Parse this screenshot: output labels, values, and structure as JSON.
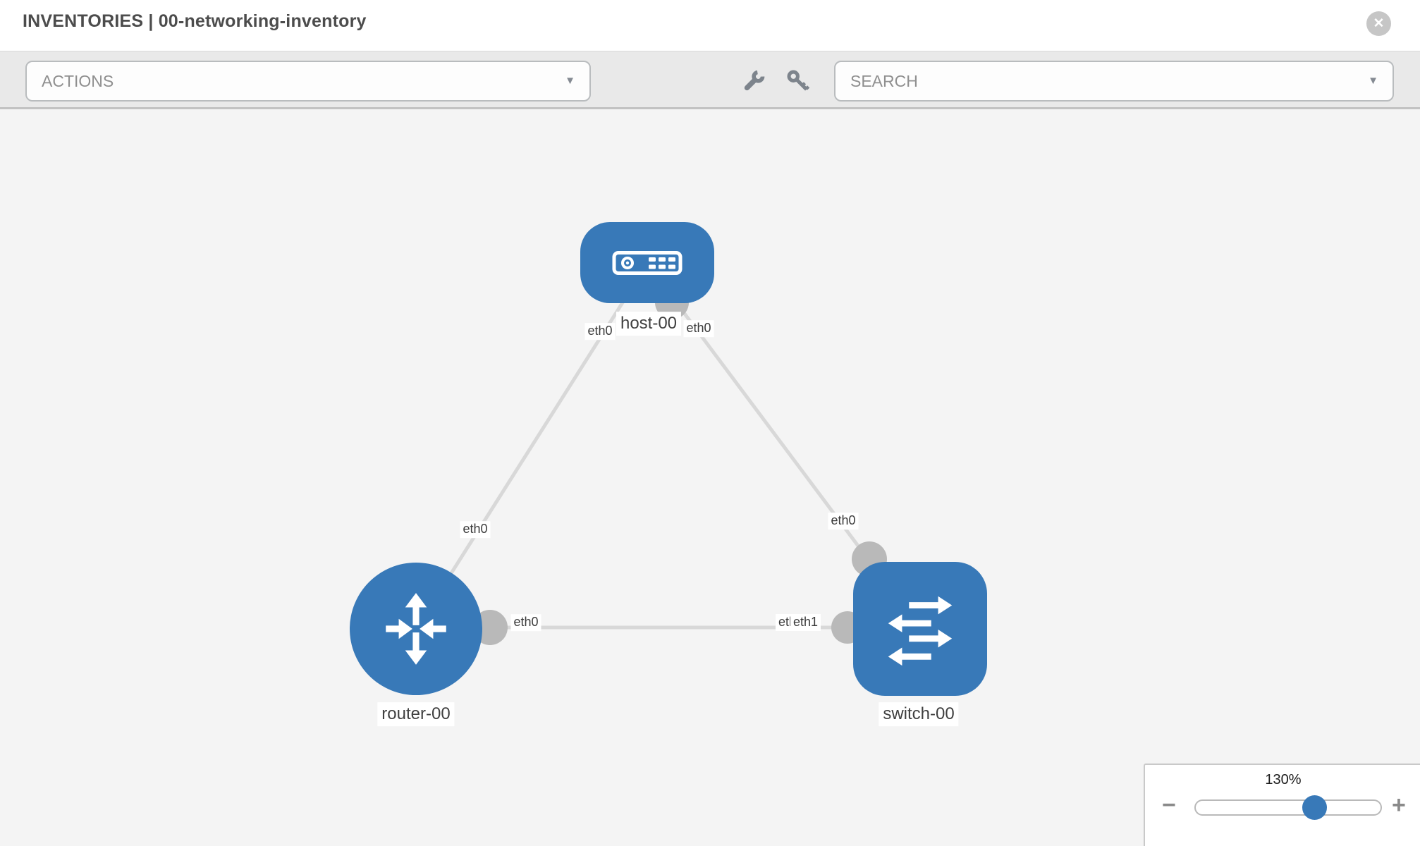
{
  "header": {
    "title": "INVENTORIES | 00-networking-inventory"
  },
  "toolbar": {
    "actions_placeholder": "ACTIONS",
    "search_placeholder": "SEARCH"
  },
  "icons": {
    "caret": "▼",
    "close": "✕",
    "minus": "−",
    "plus": "+"
  },
  "colors": {
    "node_blue": "#3879b8",
    "link_gray": "#d8d8d8",
    "handle_gray": "#b9b9b9",
    "canvas_bg": "#f4f4f4",
    "toolbar_bg": "#e9e9e9"
  },
  "diagram": {
    "nodes": [
      {
        "label": "host-00",
        "type": "host"
      },
      {
        "label": "router-00",
        "type": "router"
      },
      {
        "label": "switch-00",
        "type": "switch"
      }
    ],
    "links": [
      {
        "from": "host-00",
        "to": "router-00",
        "from_interface": "eth0",
        "to_interface": "eth0"
      },
      {
        "from": "host-00",
        "to": "switch-00",
        "from_interface": "eth0",
        "to_interface": "eth0"
      },
      {
        "from": "router-00",
        "to": "switch-00",
        "from_interface": "eth0",
        "to_interface": "eth1",
        "overlapped_interface_label": "eth0"
      }
    ]
  },
  "zoom_control": {
    "level": "130%"
  }
}
